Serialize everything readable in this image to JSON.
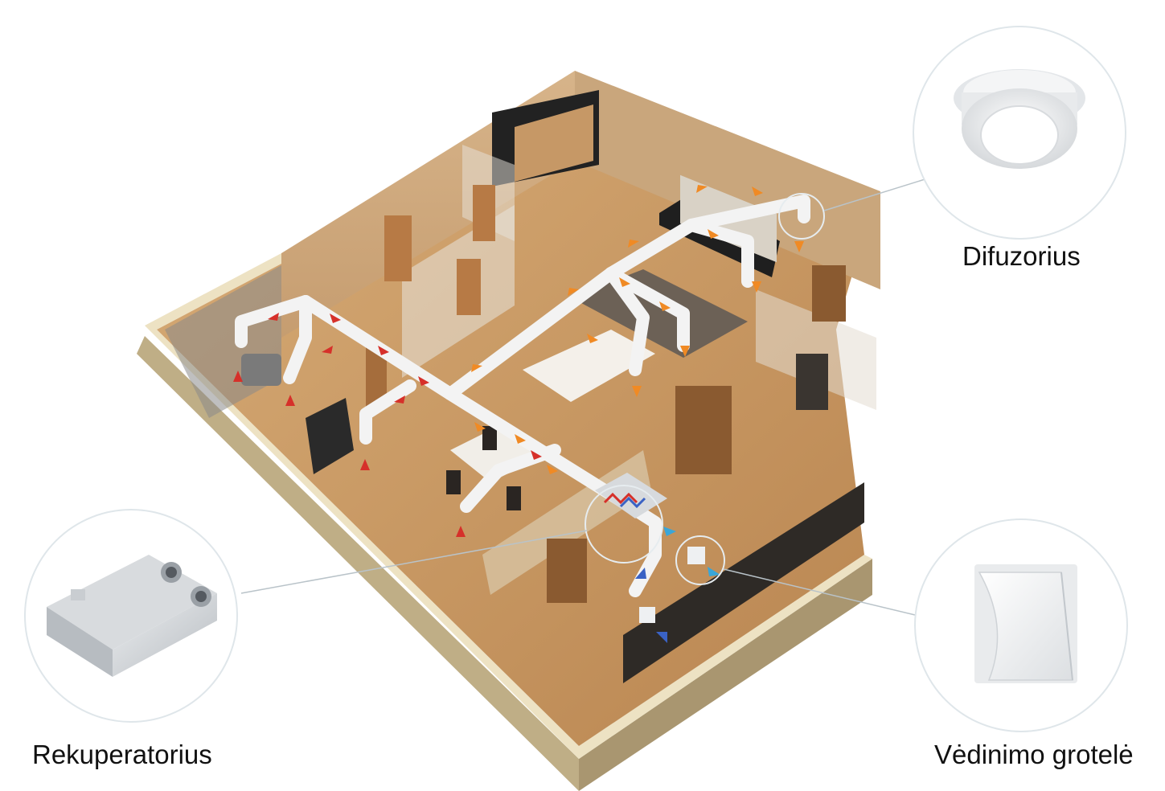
{
  "labels": {
    "diffuser": "Difuzorius",
    "recuperator": "Rekuperatorius",
    "vent_grille": "Vėdinimo grotelė"
  },
  "colors": {
    "background": "#ffffff",
    "wall_outer": "#cdbb95",
    "wall_top": "#e8dcb9",
    "floor_wood": "#c99a66",
    "duct": "#f2f2f2",
    "arrow_supply": "#f08a24",
    "arrow_extract": "#d6302a",
    "arrow_fresh": "#3aa6d8",
    "arrow_intake": "#3a62c4",
    "callout_ring": "#dfe6ea",
    "callout_line": "#b9c3c9"
  },
  "icons": {
    "diffuser": "ceiling-diffuser-icon",
    "recuperator": "heat-recovery-unit-icon",
    "vent_grille": "wall-vent-grille-icon"
  }
}
